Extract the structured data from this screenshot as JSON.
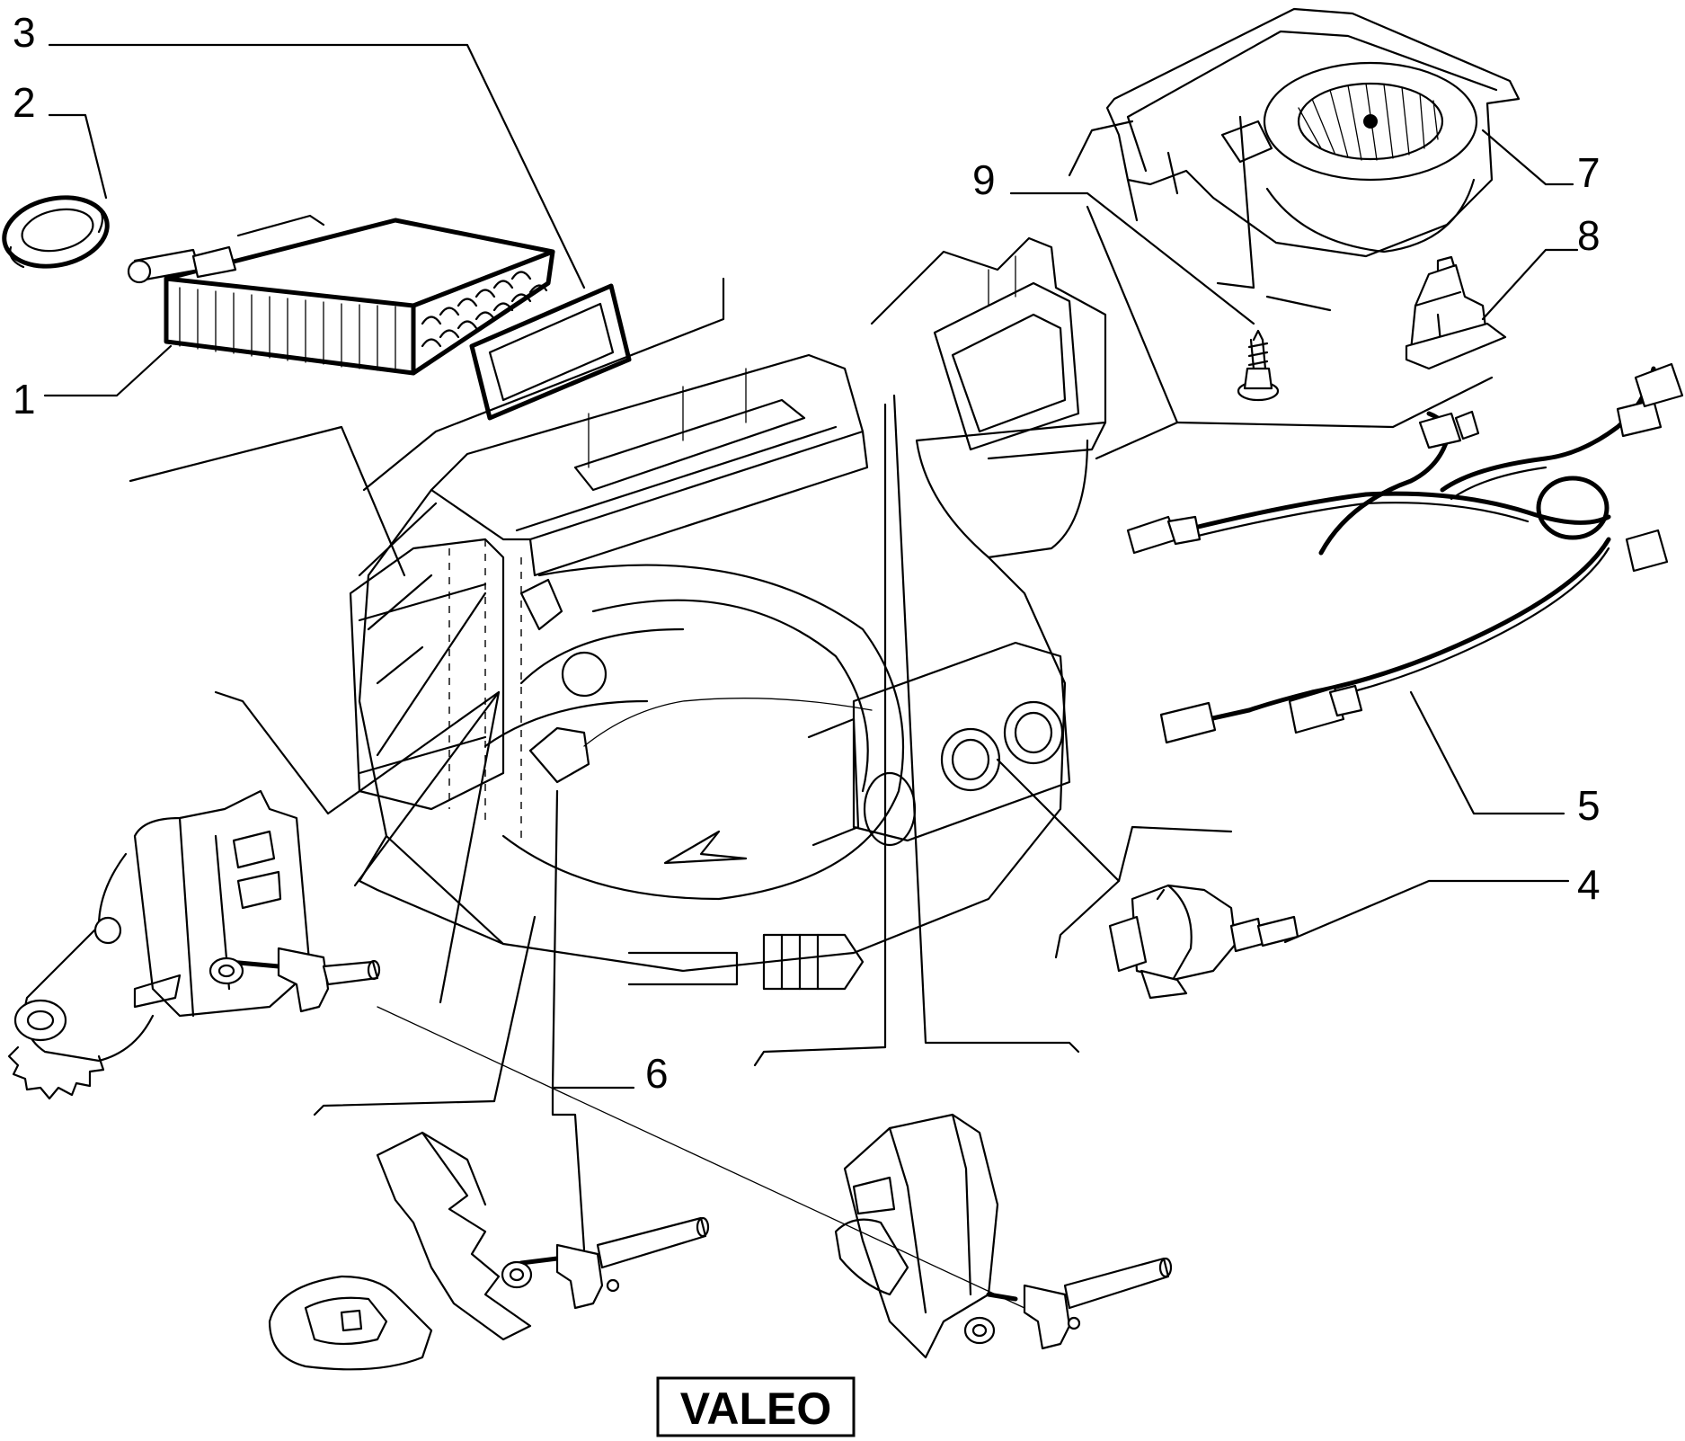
{
  "brand": "VALEO",
  "callouts": [
    {
      "id": "1",
      "label": "1"
    },
    {
      "id": "2",
      "label": "2"
    },
    {
      "id": "3",
      "label": "3"
    },
    {
      "id": "4",
      "label": "4"
    },
    {
      "id": "5",
      "label": "5"
    },
    {
      "id": "6",
      "label": "6"
    },
    {
      "id": "7",
      "label": "7"
    },
    {
      "id": "8",
      "label": "8"
    },
    {
      "id": "9",
      "label": "9"
    }
  ]
}
